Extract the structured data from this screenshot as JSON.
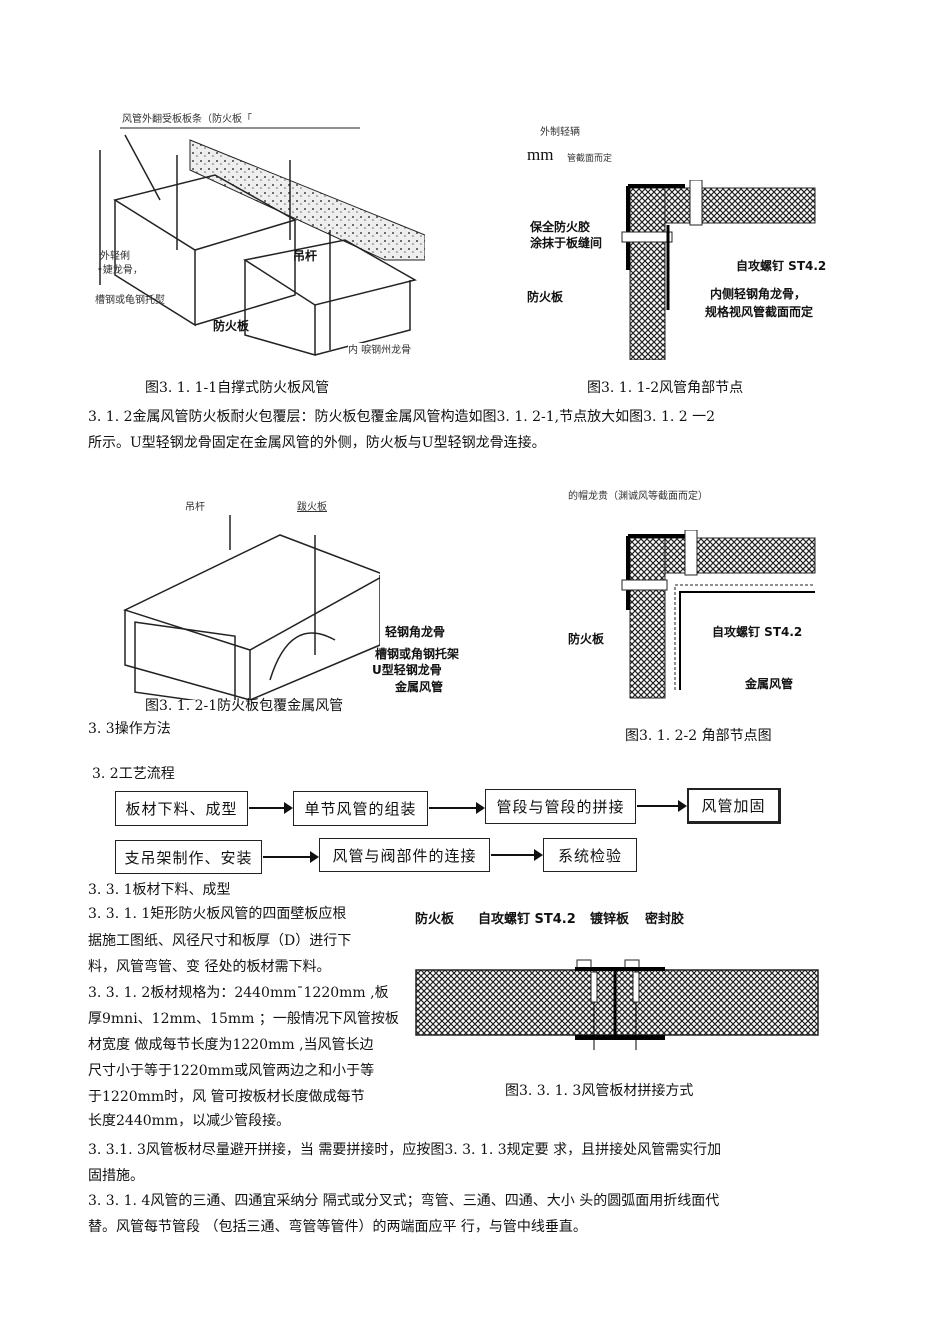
{
  "figure1": {
    "labels": [
      "风管外翻受板板条（防火板「",
      "外轻俐",
      "•婕龙骨，",
      "槽钢或龟钢托熨",
      "吊杆",
      "防火板",
      "内 唳钢州龙骨"
    ],
    "caption": "图3. 1. 1-1自撑式防火板风管"
  },
  "figure2": {
    "labels": [
      "外制轻辆",
      "mm",
      "管截面而定",
      "保全防火胶",
      "涂抹于板缝间",
      "自攻螺钉 ST4.2",
      "防火板",
      "内侧轻钢角龙骨，",
      "规格视风管截面而定"
    ],
    "caption": "图3. 1. 1-2风管角部节点"
  },
  "para_312": [
    "3. 1. 2金属风管防火板耐火包覆层：防火板包覆金属风管构造如图3. 1. 2-1,节点放大如图3. 1. 2 一2",
    "所示。U型轻钢龙骨固定在金属风管的外侧，防火板与U型轻钢龙骨连接。"
  ],
  "figure3": {
    "labels": [
      "吊杆",
      "跋火板",
      "轻钢角龙骨",
      "槽钢或角钢托架",
      "U型轻钢龙骨",
      "金属风管"
    ],
    "caption": "图3. 1. 2-1防火板包覆金属风管"
  },
  "heading_33": "3. 3操作方法",
  "figure4": {
    "labels": [
      "的帽龙贵（渊诚风等截面而定）",
      "自攻螺钉 ST4.2",
      "防火板",
      "金属风管"
    ],
    "caption": "图3. 1. 2-2 角部节点图"
  },
  "heading_32": "3. 2工艺流程",
  "flow": {
    "row1": [
      "板材下料、成型",
      "单节风管的组装",
      "管段与管段的拼接",
      "风管加固"
    ],
    "row2": [
      "支吊架制作、安装",
      "风管与阀部件的连接",
      "系统检验"
    ]
  },
  "heading_331": "3. 3. 1板材下料、成型",
  "para_331": [
    "3. 3. 1. 1矩形防火板风管的四面壁板应根",
    "据施工图纸、风径尺寸和板厚（D）进行下",
    "料，风管弯管、变 径处的板材需下料。",
    "3. 3. 1. 2板材规格为：2440mm¯1220mm ,板",
    "厚9mni、12mm、15mm ；一般情况下风管按板",
    "材宽度 做成每节长度为1220mm ,当风管长边",
    "尺寸小于等于1220mm或风管两边之和小于等",
    "于1220mm时，风 管可按板材长度做成每节",
    "长度2440mm，以减少管段接。"
  ],
  "figure5": {
    "labels": [
      "防火板",
      "自攻螺钉 ST4.2",
      "镀锌板",
      "密封胶"
    ],
    "caption": "图3. 3. 1. 3风管板材拼接方式"
  },
  "para_bottom": [
    "3. 3.1. 3风管板材尽量避开拼接，当 需要拼接时，应按图3. 3. 1. 3规定要 求，且拼接处风管需实行加",
    "固措施。",
    "3. 3. 1. 4风管的三通、四通宜采纳分 隔式或分叉式；弯管、三通、四通、大小 头的圆弧面用折线面代",
    "替。风管每节管段 （包括三通、弯管等管件）的两端面应平 行，与管中线垂直。"
  ]
}
